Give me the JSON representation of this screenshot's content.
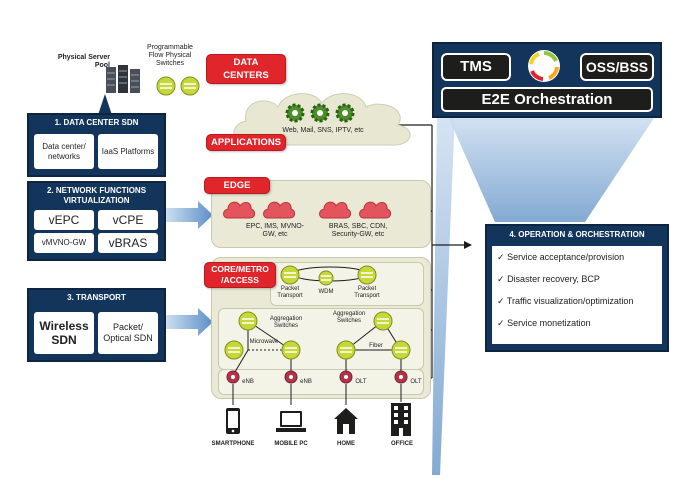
{
  "server_pool": {
    "label": "Physical Server Pool",
    "flow_label": "Programmable Flow Physical Switches"
  },
  "layers": {
    "data_centers": "DATA CENTERS",
    "applications": "APPLICATIONS",
    "applications_desc": "Web, Mail, SNS, IPTV, etc",
    "edge": "EDGE",
    "edge_desc_1": "EPC, IMS, MVNO-GW, etc",
    "edge_desc_2": "BRAS, SBC, CDN, Security-GW, etc",
    "core": "CORE/METRO /ACCESS"
  },
  "transport": {
    "packet_transport_1": "Packet Transport",
    "wdm": "WDM",
    "packet_transport_2": "Packet Transport",
    "aggregation_left": "Aggregation Switches",
    "aggregation_right": "Aggregation Switches",
    "microwave": "Microwave",
    "fiber": "Fiber",
    "access_nodes": [
      "eNB",
      "eNB",
      "OLT",
      "OLT"
    ]
  },
  "devices": [
    "SMARTPHONE",
    "MOBILE PC",
    "HOME",
    "OFFICE"
  ],
  "boxes": {
    "dc_sdn": {
      "title": "1. DATA CENTER SDN",
      "items": [
        "Data center/ networks",
        "IaaS Platforms"
      ]
    },
    "nfv": {
      "title": "2. NETWORK FUNCTIONS VIRTUALIZATION",
      "items": [
        "vEPC",
        "vCPE",
        "vMVNO-GW",
        "vBRAS"
      ]
    },
    "transport": {
      "title": "3. TRANSPORT",
      "items": [
        "Wireless SDN",
        "Packet/ Optical SDN"
      ]
    }
  },
  "orchestration": {
    "tms": "TMS",
    "oss": "OSS/BSS",
    "e2e": "E2E Orchestration"
  },
  "operation": {
    "title": "4. OPERATION & ORCHESTRATION",
    "check": "✓",
    "items": [
      "Service acceptance/provision",
      "Disaster recovery, BCP",
      "Traffic visualization/optimization",
      "Service monetization"
    ]
  },
  "colors": {
    "navy": "#13355b",
    "red": "#e0262b",
    "green": "#8dc63f",
    "blue_arrow": "#5b8fc7",
    "panel": "#e9e9d6"
  }
}
